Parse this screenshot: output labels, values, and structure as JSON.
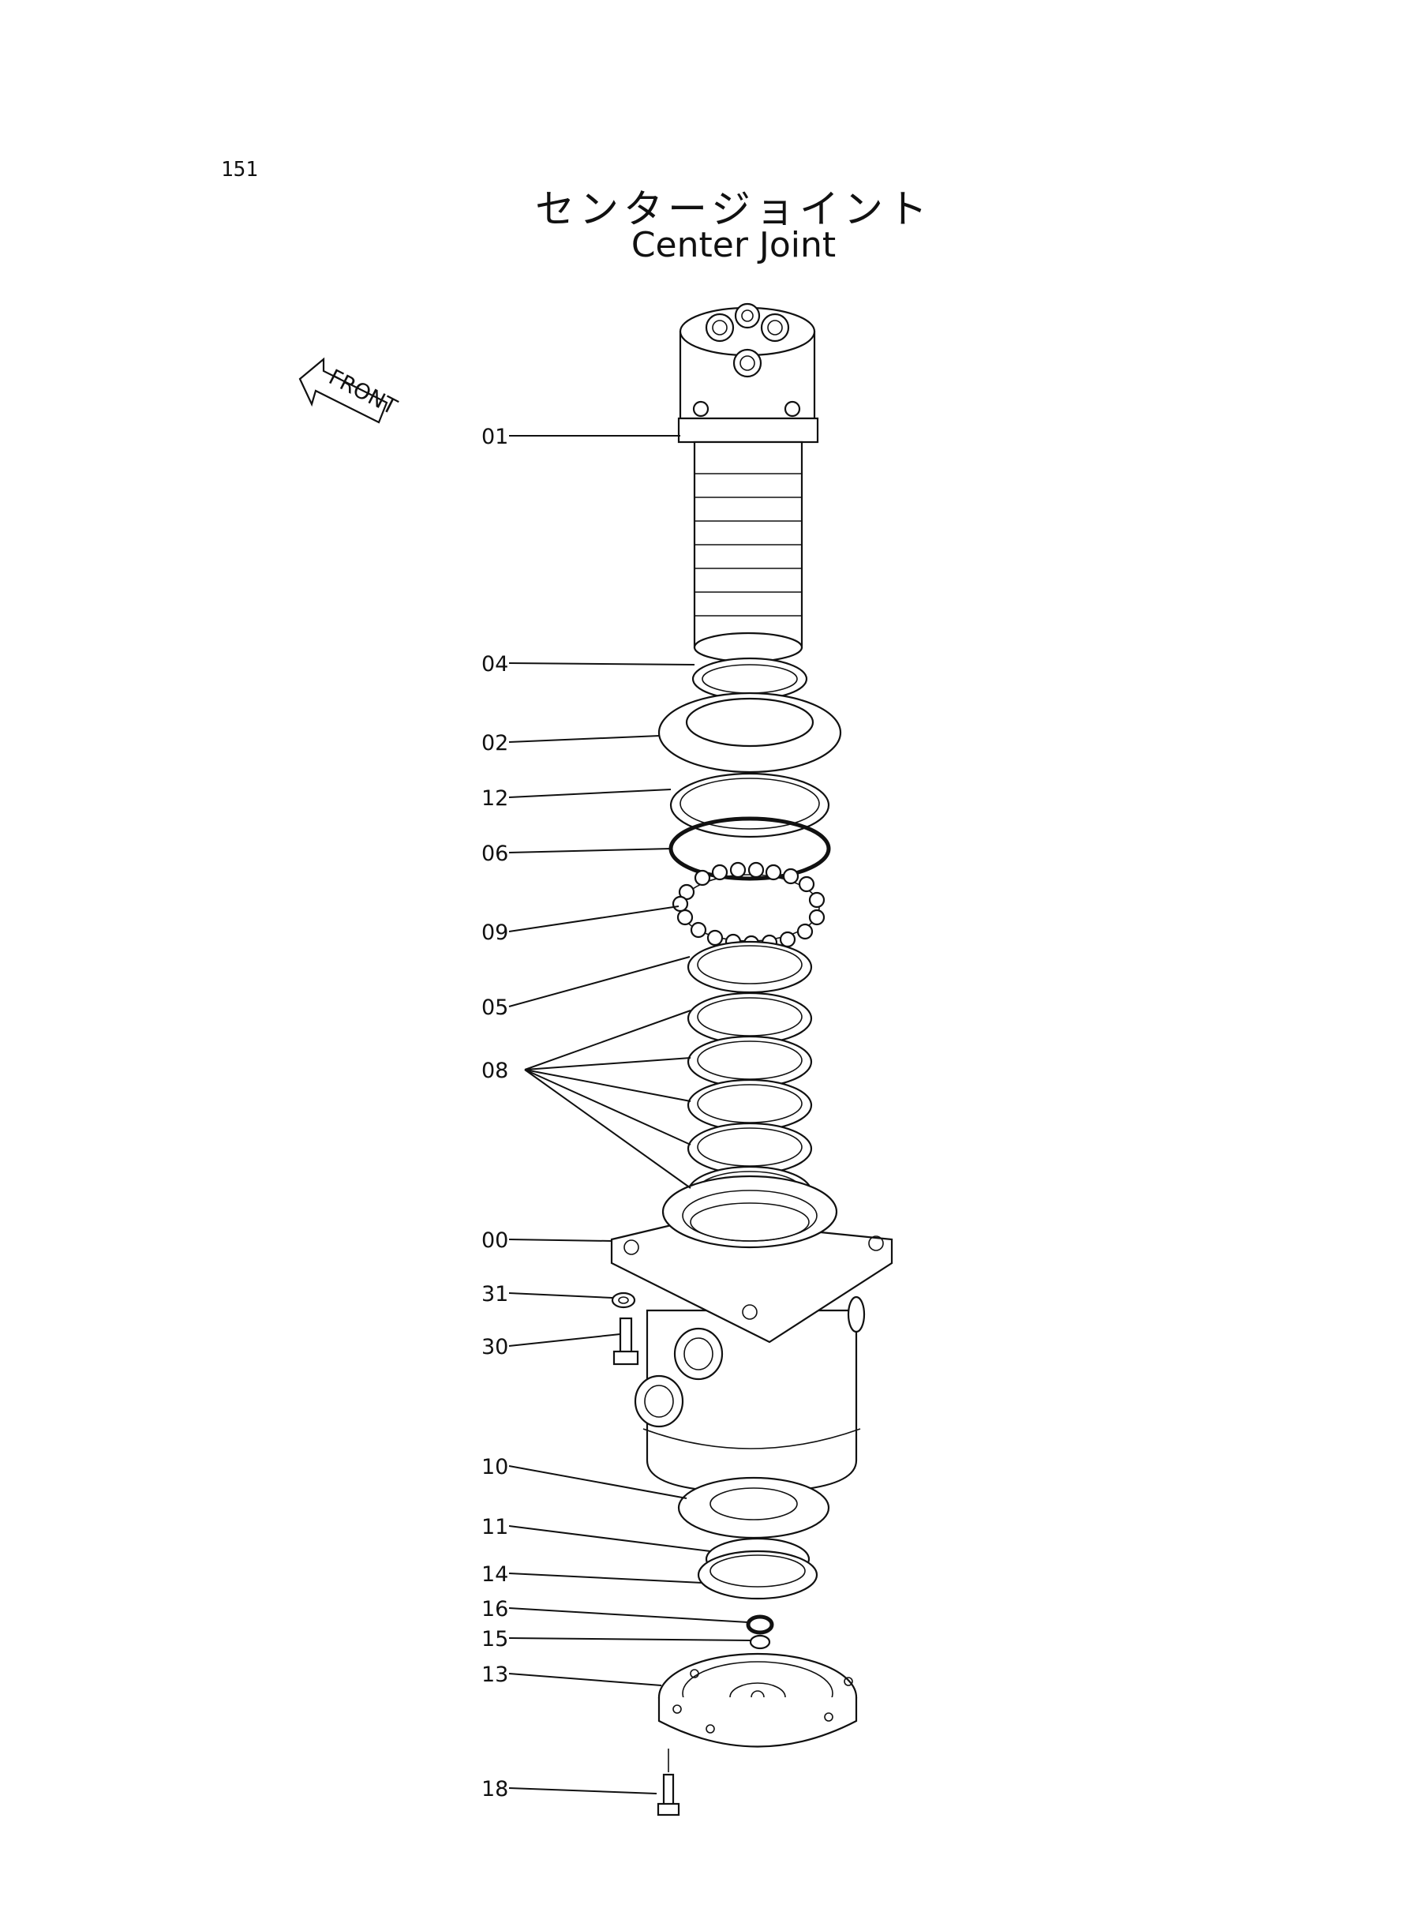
{
  "page_number": "151",
  "title_jp": "センタージョイント",
  "title_en": "Center Joint",
  "front_label": "FRONT",
  "callouts": [
    {
      "id": "01"
    },
    {
      "id": "04"
    },
    {
      "id": "02"
    },
    {
      "id": "12"
    },
    {
      "id": "06"
    },
    {
      "id": "09"
    },
    {
      "id": "05"
    },
    {
      "id": "08"
    },
    {
      "id": "00"
    },
    {
      "id": "31"
    },
    {
      "id": "30"
    },
    {
      "id": "10"
    },
    {
      "id": "11"
    },
    {
      "id": "14"
    },
    {
      "id": "16"
    },
    {
      "id": "15"
    },
    {
      "id": "13"
    },
    {
      "id": "18"
    }
  ]
}
